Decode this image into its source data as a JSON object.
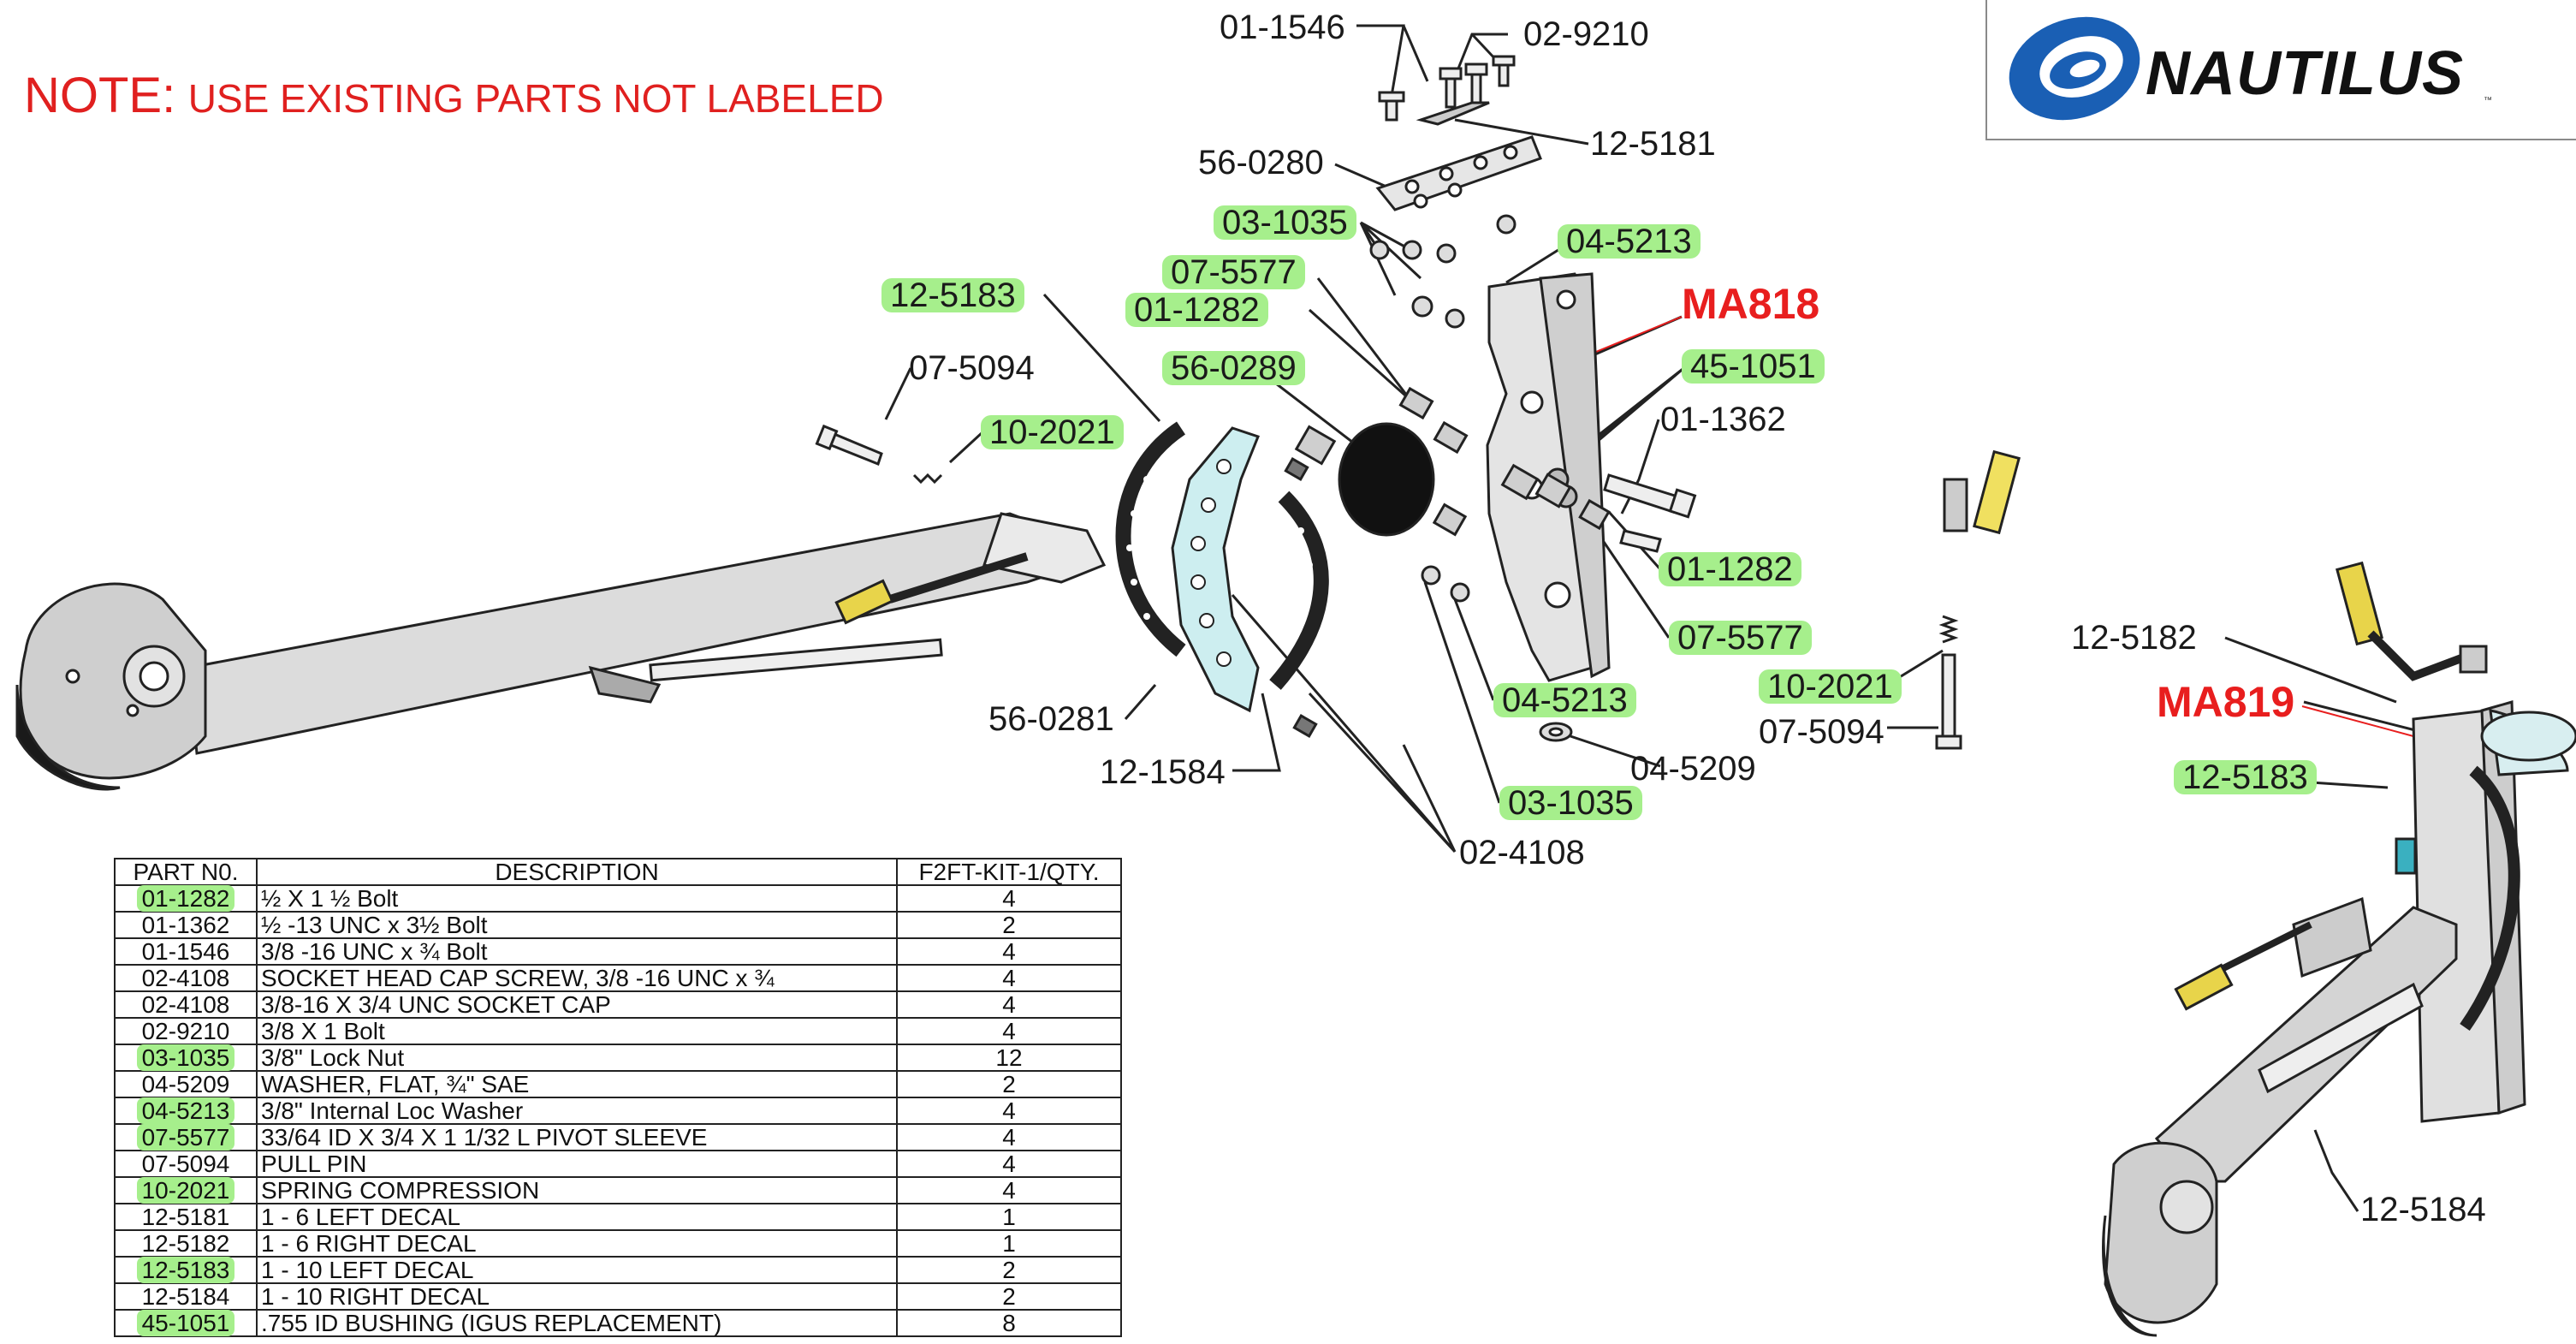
{
  "note": {
    "prefix": "NOTE:",
    "text": "USE EXISTING PARTS NOT LABELED"
  },
  "logo": {
    "brand": "NAUTILUS",
    "icon": "nautilus-swirl-icon",
    "color": "#1a5fb4"
  },
  "colors": {
    "highlight": "#a6ef8c",
    "assembly_red": "#e81e1e",
    "part_fill": "#cfeef0"
  },
  "callouts": {
    "c_01_1546": "01-1546",
    "c_02_9210": "02-9210",
    "c_12_5181": "12-5181",
    "c_56_0280": "56-0280",
    "c_03_1035_top": "03-1035",
    "c_04_5213_top": "04-5213",
    "c_07_5577_left": "07-5577",
    "c_01_1282_left": "01-1282",
    "c_ma818": "MA818",
    "c_12_5183_left": "12-5183",
    "c_07_5094_left": "07-5094",
    "c_10_2021_left": "10-2021",
    "c_56_0289": "56-0289",
    "c_45_1051": "45-1051",
    "c_01_1362": "01-1362",
    "c_01_1282_right": "01-1282",
    "c_07_5577_right": "07-5577",
    "c_10_2021_right": "10-2021",
    "c_07_5094_right": "07-5094",
    "c_04_5213_bottom": "04-5213",
    "c_04_5209": "04-5209",
    "c_03_1035_bottom": "03-1035",
    "c_02_4108": "02-4108",
    "c_56_0281": "56-0281",
    "c_12_1584": "12-1584",
    "c_12_5182": "12-5182",
    "c_ma819": "MA819",
    "c_12_5183_right": "12-5183",
    "c_12_5184": "12-5184"
  },
  "parts_table": {
    "headers": {
      "part_no": "PART N0.",
      "description": "DESCRIPTION",
      "qty": "F2FT-KIT-1/QTY."
    },
    "rows": [
      {
        "part_no": "01-1282",
        "description": "½ X 1 ½ Bolt",
        "qty": "4",
        "highlighted": true
      },
      {
        "part_no": "01-1362",
        "description": "½  -13 UNC x 3½ Bolt",
        "qty": "2",
        "highlighted": false
      },
      {
        "part_no": "01-1546",
        "description": "3/8 -16 UNC x ¾ Bolt",
        "qty": "4",
        "highlighted": false
      },
      {
        "part_no": "02-4108",
        "description": "SOCKET HEAD CAP SCREW, 3/8 -16 UNC x ¾",
        "qty": "4",
        "highlighted": false
      },
      {
        "part_no": "02-4108",
        "description": "3/8-16 X 3/4 UNC SOCKET CAP",
        "qty": "4",
        "highlighted": false
      },
      {
        "part_no": "02-9210",
        "description": "3/8 X 1 Bolt",
        "qty": "4",
        "highlighted": false
      },
      {
        "part_no": "03-1035",
        "description": "3/8\" Lock Nut",
        "qty": "12",
        "highlighted": true
      },
      {
        "part_no": "04-5209",
        "description": "WASHER, FLAT, ¾\"  SAE",
        "qty": "2",
        "highlighted": false
      },
      {
        "part_no": "04-5213",
        "description": "3/8\" Internal Loc Washer",
        "qty": "4",
        "highlighted": true
      },
      {
        "part_no": "07-5577",
        "description": "33/64 ID X 3/4 X 1 1/32 L PIVOT SLEEVE",
        "qty": "4",
        "highlighted": true
      },
      {
        "part_no": "07-5094",
        "description": "PULL PIN",
        "qty": "4",
        "highlighted": false
      },
      {
        "part_no": "10-2021",
        "description": "SPRING COMPRESSION",
        "qty": "4",
        "highlighted": true
      },
      {
        "part_no": "12-5181",
        "description": "1 - 6 LEFT DECAL",
        "qty": "1",
        "highlighted": false
      },
      {
        "part_no": "12-5182",
        "description": "1 - 6 RIGHT DECAL",
        "qty": "1",
        "highlighted": false
      },
      {
        "part_no": "12-5183",
        "description": "1 - 10 LEFT DECAL",
        "qty": "2",
        "highlighted": true
      },
      {
        "part_no": "12-5184",
        "description": "1 - 10 RIGHT DECAL",
        "qty": "2",
        "highlighted": false
      },
      {
        "part_no": "45-1051",
        "description": ".755 ID BUSHING (IGUS REPLACEMENT)",
        "qty": "8",
        "highlighted": true
      }
    ]
  }
}
